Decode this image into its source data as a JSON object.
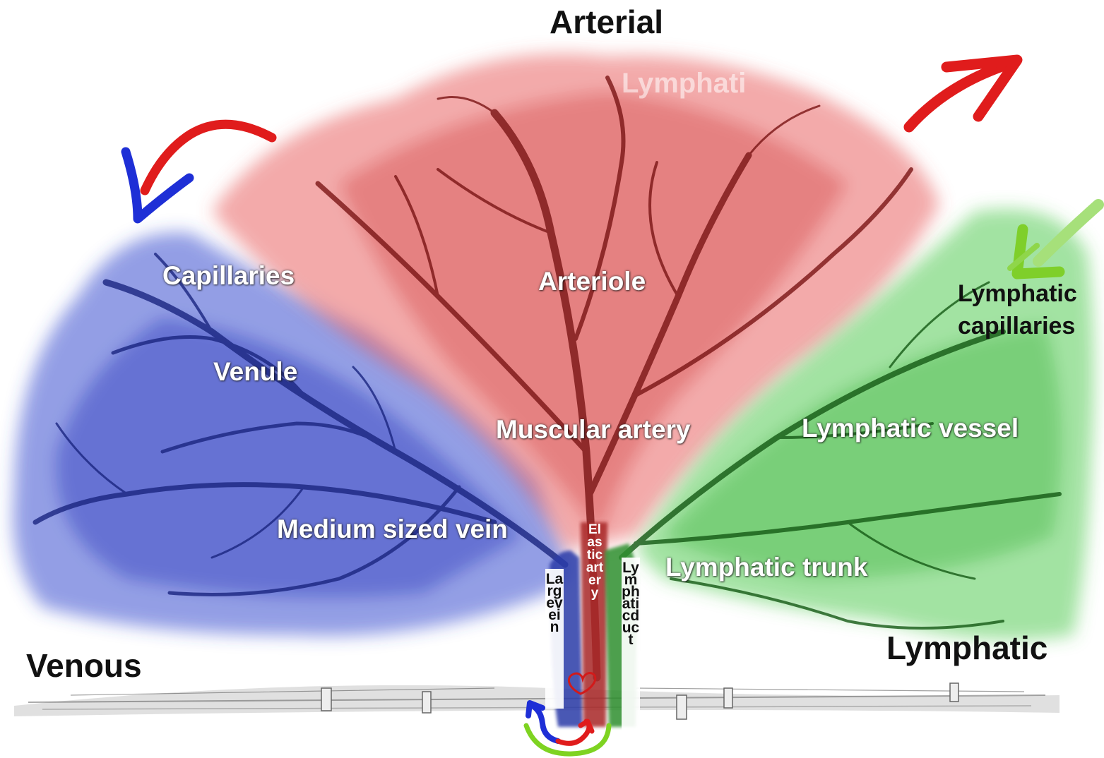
{
  "sections": {
    "arterial": "Arterial",
    "venous": "Venous",
    "lymphatic": "Lymphatic"
  },
  "labels": {
    "capillaries": "Capillaries",
    "arteriole": "Arteriole",
    "venule": "Venule",
    "muscular_artery": "Muscular artery",
    "lymphatic_vessel": "Lymphatic vessel",
    "medium_sized_vein": "Medium sized vein",
    "lymphatic_trunk": "Lymphatic trunk",
    "lymphatic_capillaries_line1": "Lymphatic",
    "lymphatic_capillaries_line2": "capillaries",
    "faded_label": "Lymphati"
  },
  "trunk_labels": {
    "large_vein": "Large vein",
    "elastic_artery": "Elastic artery",
    "lymphatic_duct": "Lymphatic duct"
  },
  "colors": {
    "arterial": "#e23a3a",
    "venous": "#3344c8",
    "lymphatic": "#3fbf3f",
    "arrow_red": "#e01c1c",
    "arrow_blue": "#1e2fd6",
    "arrow_green": "#7fcf2a"
  },
  "icons": [
    "heart-icon",
    "red-curved-arrow",
    "blue-curved-arrow",
    "green-arrow",
    "circulation-arrows"
  ]
}
